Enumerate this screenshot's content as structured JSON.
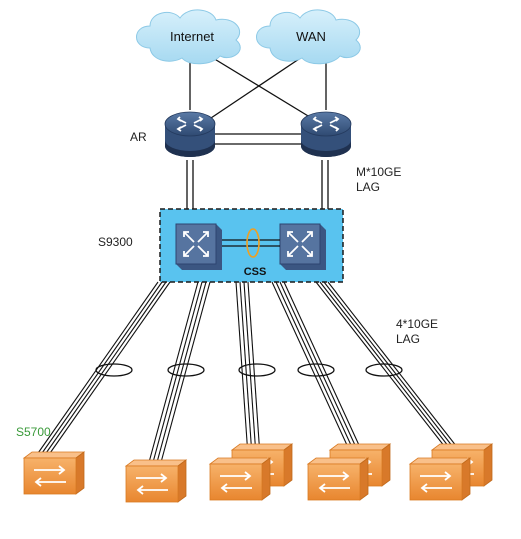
{
  "clouds": [
    {
      "label": "Internet"
    },
    {
      "label": "WAN"
    }
  ],
  "labels": {
    "ar": "AR",
    "uplink_lag": [
      "M*10GE",
      "LAG"
    ],
    "core": "S9300",
    "stack": "CSS",
    "downlink_lag": [
      "4*10GE",
      "LAG"
    ],
    "access": "S5700"
  },
  "colors": {
    "cloud": "#b9e3f6",
    "router": "#3c567e",
    "core_box": "#59c3ef",
    "core_switch": "#4e6a93",
    "access_switch": "#f4a251",
    "lag_ring": "#f0a020",
    "link": "#111111"
  }
}
